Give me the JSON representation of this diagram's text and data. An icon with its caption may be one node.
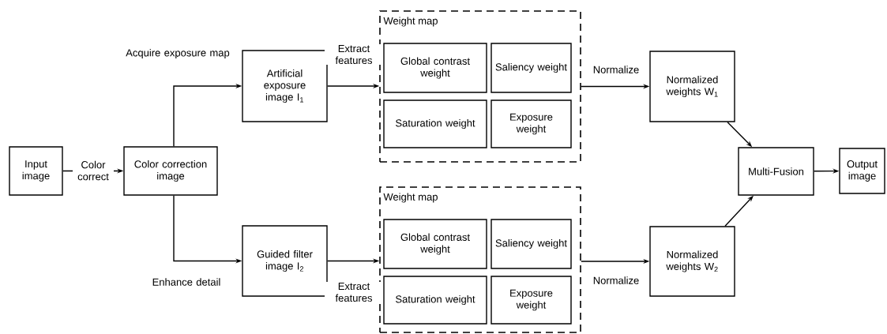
{
  "diagram": {
    "nodes": [
      {
        "text": [
          "Input image"
        ]
      },
      {
        "text": [
          "Color correction image"
        ]
      },
      {
        "text": [
          "Artificial exposure image I$_{1}$"
        ]
      },
      {
        "text": [
          "Weight map"
        ]
      },
      {
        "text": [
          "Global contrast weight"
        ],
        "in": 3
      },
      {
        "text": [
          "Saliency weight"
        ],
        "in": 3
      },
      {
        "text": [
          "Saturation weight"
        ],
        "in": 3
      },
      {
        "text": [
          "Exposure weight"
        ],
        "in": 3
      },
      {
        "text": [
          "Normalized weights W$_{1}$"
        ]
      },
      {
        "text": [
          "Guided filter image I$_{2}$"
        ]
      },
      {
        "text": [
          "Weight map"
        ]
      },
      {
        "text": [
          "Global contrast weight"
        ],
        "in": 10
      },
      {
        "text": [
          "Saliency weight"
        ],
        "in": 10
      },
      {
        "text": [
          "Saturation weight"
        ],
        "in": 10
      },
      {
        "text": [
          "Exposure weight"
        ],
        "in": 10
      },
      {
        "text": [
          "Normalized weights W$_{2}$"
        ]
      },
      {
        "text": [
          "Multi-Fusion"
        ]
      },
      {
        "text": [
          "Output image"
        ]
      }
    ],
    "edges": [
      {
        "from": 0,
        "to": 1,
        "arrow": "to",
        "label": "Color correct"
      },
      {
        "from": 1,
        "to": 2,
        "arrow": "to",
        "label": "Acquire exposure map"
      },
      {
        "from": 1,
        "to": 9,
        "arrow": "to",
        "label": "Enhance detail"
      },
      {
        "from": 2,
        "to": 3,
        "arrow": "to",
        "label": "Extract features"
      },
      {
        "from": 3,
        "to": 8,
        "arrow": "to",
        "label": "Normalize"
      },
      {
        "from": 9,
        "to": 10,
        "arrow": "to",
        "label": "Extract features"
      },
      {
        "from": 10,
        "to": 15,
        "arrow": "to",
        "label": "Normalize"
      },
      {
        "from": 8,
        "to": 16,
        "arrow": "to"
      },
      {
        "from": 15,
        "to": 16,
        "arrow": "to"
      },
      {
        "from": 16,
        "to": 17,
        "arrow": "to"
      }
    ]
  }
}
